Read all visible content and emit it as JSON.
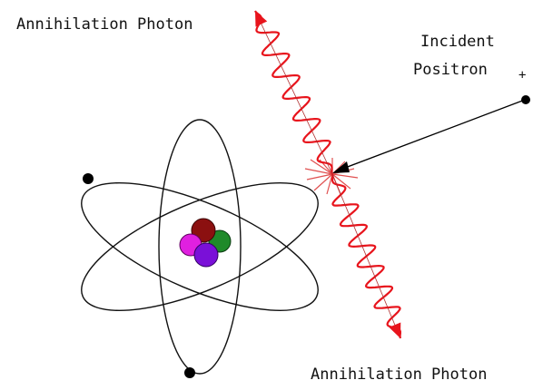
{
  "labels": {
    "photon_top": "Annihilation Photon",
    "incident_line1": "Incident",
    "incident_line2": "Positron",
    "positron_charge": "+",
    "photon_bottom": "Annihilation Photon"
  },
  "colors": {
    "photon": "#e8141c",
    "orbit": "#111111",
    "electron": "#000000",
    "proton_dark_red": "#8b1010",
    "proton_green": "#1f8a2a",
    "proton_magenta": "#e020e0",
    "proton_purple": "#7a10d8",
    "flash": "#e05050"
  }
}
